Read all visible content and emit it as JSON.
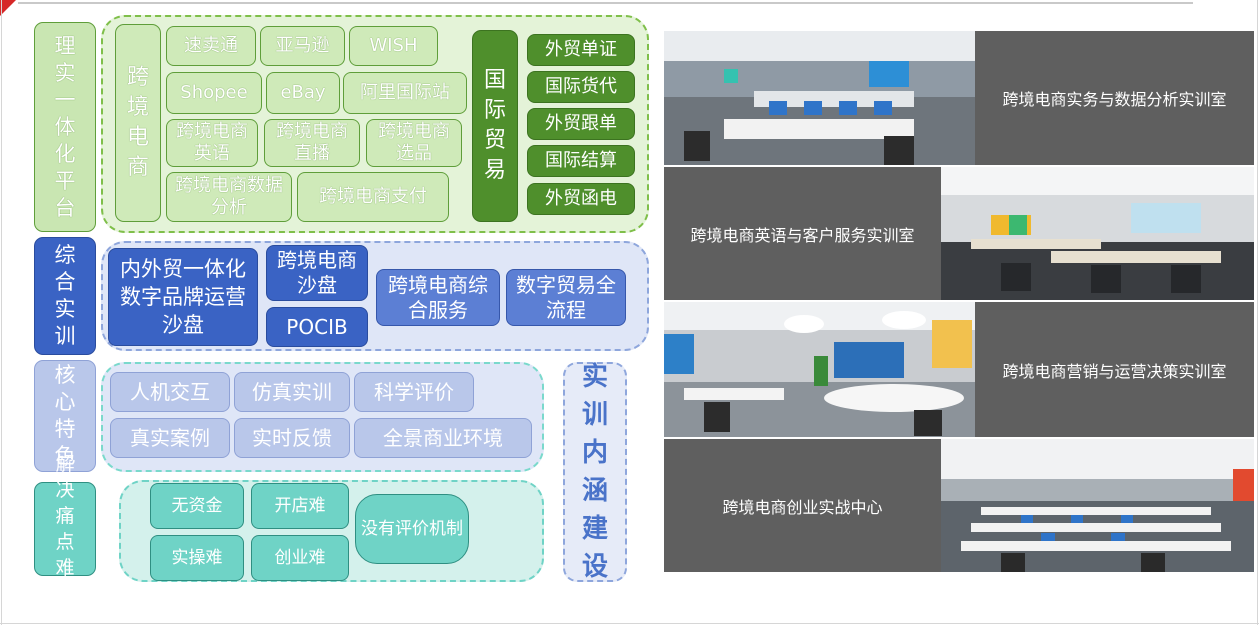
{
  "labels": {
    "platform": "理实一体化平台",
    "training": "综合实训",
    "features": "核心特色",
    "pain_points": "解决痛点难点",
    "connotation": "实训内涵建设"
  },
  "ecommerce": {
    "title": "跨境电商",
    "platforms": [
      "速卖通",
      "亚马逊",
      "WISH",
      "Shopee",
      "eBay",
      "阿里国际站"
    ],
    "modules": [
      "跨境电商英语",
      "跨境电商直播",
      "跨境电商选品",
      "跨境电商数据分析",
      "跨境电商支付"
    ]
  },
  "trade": {
    "title": "国际贸易",
    "items": [
      "外贸单证",
      "国际货代",
      "外贸跟单",
      "国际结算",
      "外贸函电"
    ]
  },
  "training": {
    "items": [
      "内外贸一体化数字品牌运营沙盘",
      "跨境电商沙盘",
      "POCIB",
      "跨境电商综合服务",
      "数字贸易全流程"
    ]
  },
  "features": {
    "items": [
      "人机交互",
      "仿真实训",
      "科学评价",
      "真实案例",
      "实时反馈",
      "全景商业环境"
    ]
  },
  "pain_points": {
    "items": [
      "无资金",
      "开店难",
      "没有评价机制",
      "实操难",
      "创业难"
    ]
  },
  "rooms": [
    "跨境电商实务与数据分析实训室",
    "跨境电商英语与客户服务实训室",
    "跨境电商营销与运营决策实训室",
    "跨境电商创业实战中心"
  ],
  "colors": {
    "green_dark": "#4f8f2c",
    "green_light": "#cfeab9",
    "blue_dark": "#3a63c4",
    "blue_light": "#dfe6f7",
    "purple_light": "#c9d2ee",
    "teal": "#6fd3c6",
    "panel_gray": "#5f5f5f",
    "accent_red": "#d62828"
  }
}
